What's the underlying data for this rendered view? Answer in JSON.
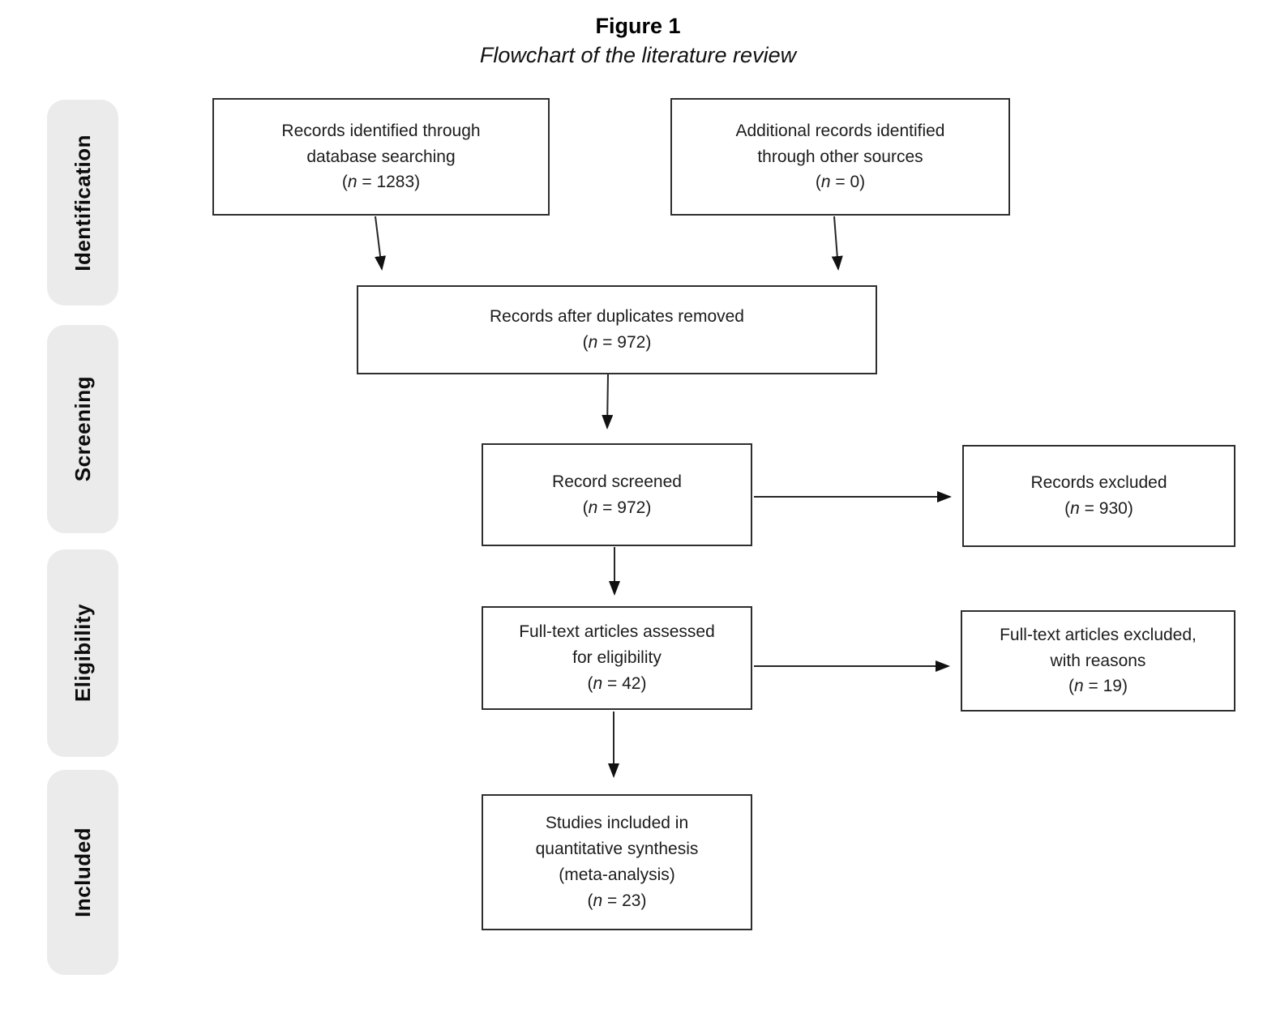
{
  "title": {
    "figure": "Figure 1",
    "subtitle": "Flowchart of the literature review"
  },
  "phases": [
    {
      "label": "Identification"
    },
    {
      "label": "Screening"
    },
    {
      "label": "Eligibility"
    },
    {
      "label": "Included"
    }
  ],
  "notation": {
    "open": "(",
    "n": "n",
    "eq": " = ",
    "close": ")"
  },
  "boxes": {
    "identified": {
      "lines": [
        "Records identified through",
        "database searching"
      ],
      "n": "1283"
    },
    "additional": {
      "lines": [
        "Additional records identified",
        "through other sources"
      ],
      "n": "0"
    },
    "duplicates": {
      "lines": [
        "Records after duplicates removed"
      ],
      "n": "972"
    },
    "screened": {
      "lines": [
        "Record screened"
      ],
      "n": "972"
    },
    "excluded": {
      "lines": [
        "Records excluded"
      ],
      "n": "930"
    },
    "fulltext": {
      "lines": [
        "Full-text articles assessed",
        "for eligibility"
      ],
      "n": "42"
    },
    "fulltext_excluded": {
      "lines": [
        "Full-text articles excluded,",
        "with reasons"
      ],
      "n": "19"
    },
    "included": {
      "lines": [
        "Studies included in",
        "quantitative synthesis",
        "(meta-analysis)"
      ],
      "n": "23"
    }
  }
}
